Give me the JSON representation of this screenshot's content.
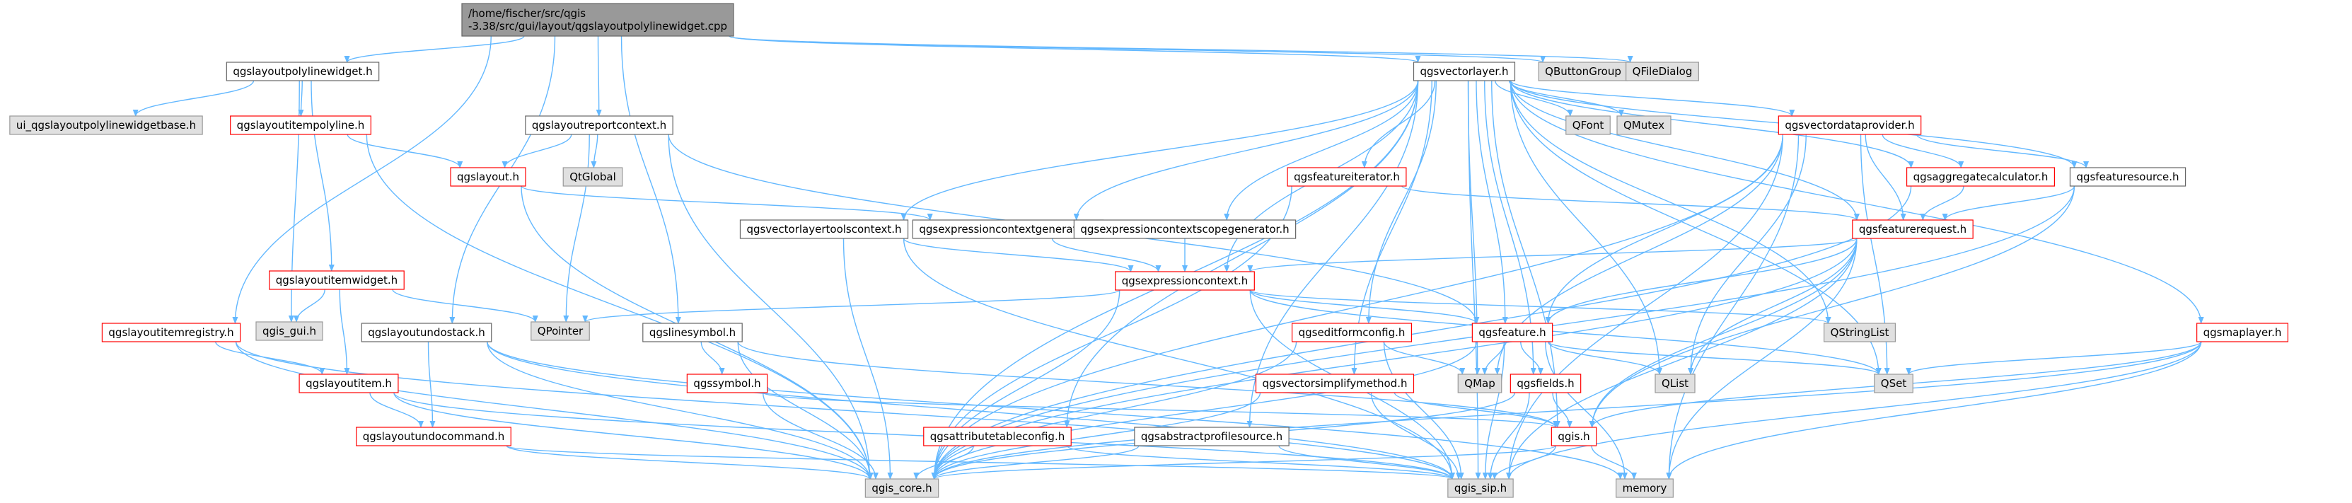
{
  "colors": {
    "edge": "#63b8ff",
    "root_fill": "#999999",
    "doc_border": "#666666",
    "undocumented_border": "#ff0000",
    "external_fill": "#e0e0e0",
    "external_border": "#999999",
    "background": "#ffffff"
  },
  "graph": {
    "nodes": [
      {
        "id": "root",
        "label": "/home/fischer/src/qgis\n-3.38/src/gui/layout/qgslayoutpolylinewidget.cpp",
        "kind": "root"
      },
      {
        "id": "qgslayoutpolylinewidget_h",
        "label": "qgslayoutpolylinewidget.h",
        "kind": "doc"
      },
      {
        "id": "ui_base",
        "label": "ui_qgslayoutpolylinewidgetbase.h",
        "kind": "ext"
      },
      {
        "id": "qgslayoutitempolyline_h",
        "label": "qgslayoutitempolyline.h",
        "kind": "red"
      },
      {
        "id": "qgslayoutitemwidget_h",
        "label": "qgslayoutitemwidget.h",
        "kind": "red"
      },
      {
        "id": "qgis_gui_h",
        "label": "qgis_gui.h",
        "kind": "ext"
      },
      {
        "id": "qgslayoutitemregistry_h",
        "label": "qgslayoutitemregistry.h",
        "kind": "red"
      },
      {
        "id": "qgslayoutundostack_h",
        "label": "qgslayoutundostack.h",
        "kind": "doc"
      },
      {
        "id": "qgslayoutitem_h",
        "label": "qgslayoutitem.h",
        "kind": "red"
      },
      {
        "id": "qgslayoutundocommand_h",
        "label": "qgslayoutundocommand.h",
        "kind": "red"
      },
      {
        "id": "qgslayoutreportcontext_h",
        "label": "qgslayoutreportcontext.h",
        "kind": "doc"
      },
      {
        "id": "qgslayout_h",
        "label": "qgslayout.h",
        "kind": "red"
      },
      {
        "id": "qtglobal",
        "label": "QtGlobal",
        "kind": "ext"
      },
      {
        "id": "qpointer",
        "label": "QPointer",
        "kind": "ext"
      },
      {
        "id": "qgslinesymbol_h",
        "label": "qgslinesymbol.h",
        "kind": "doc"
      },
      {
        "id": "qgssymbol_h",
        "label": "qgssymbol.h",
        "kind": "red"
      },
      {
        "id": "qgsvectorlayer_h",
        "label": "qgsvectorlayer.h",
        "kind": "doc"
      },
      {
        "id": "qbuttongroup",
        "label": "QButtonGroup",
        "kind": "ext"
      },
      {
        "id": "qfiledialog",
        "label": "QFileDialog",
        "kind": "ext"
      },
      {
        "id": "qfont",
        "label": "QFont",
        "kind": "ext"
      },
      {
        "id": "qmutex",
        "label": "QMutex",
        "kind": "ext"
      },
      {
        "id": "qgsvectordataprovider_h",
        "label": "qgsvectordataprovider.h",
        "kind": "red"
      },
      {
        "id": "qgsfeatureiterator_h",
        "label": "qgsfeatureiterator.h",
        "kind": "red"
      },
      {
        "id": "qgsaggregatecalculator_h",
        "label": "qgsaggregatecalculator.h",
        "kind": "red"
      },
      {
        "id": "qgsfeaturesource_h",
        "label": "qgsfeaturesource.h",
        "kind": "doc"
      },
      {
        "id": "qgsfeaturerequest_h",
        "label": "qgsfeaturerequest.h",
        "kind": "red"
      },
      {
        "id": "qgsvectorlayertoolscontext_h",
        "label": "qgsvectorlayertoolscontext.h",
        "kind": "doc"
      },
      {
        "id": "qgsexpressioncontextgenerator_h",
        "label": "qgsexpressioncontextgenerator.h",
        "kind": "doc"
      },
      {
        "id": "qgsexpressioncontextscopegenerator_h",
        "label": "qgsexpressioncontextscopegenerator.h",
        "kind": "doc"
      },
      {
        "id": "qgsexpressioncontext_h",
        "label": "qgsexpressioncontext.h",
        "kind": "red"
      },
      {
        "id": "qgseditformconfig_h",
        "label": "qgseditformconfig.h",
        "kind": "red"
      },
      {
        "id": "qgsfeature_h",
        "label": "qgsfeature.h",
        "kind": "red"
      },
      {
        "id": "qgsvectorsimplifymethod_h",
        "label": "qgsvectorsimplifymethod.h",
        "kind": "red"
      },
      {
        "id": "qgsfields_h",
        "label": "qgsfields.h",
        "kind": "red"
      },
      {
        "id": "qgsattributetableconfig_h",
        "label": "qgsattributetableconfig.h",
        "kind": "red"
      },
      {
        "id": "qgsabstractprofilesource_h",
        "label": "qgsabstractprofilesource.h",
        "kind": "doc"
      },
      {
        "id": "qgis_h",
        "label": "qgis.h",
        "kind": "red"
      },
      {
        "id": "qgsmaplayer_h",
        "label": "qgsmaplayer.h",
        "kind": "red"
      },
      {
        "id": "qstringlist",
        "label": "QStringList",
        "kind": "ext"
      },
      {
        "id": "qmap",
        "label": "QMap",
        "kind": "ext"
      },
      {
        "id": "qlist",
        "label": "QList",
        "kind": "ext"
      },
      {
        "id": "qset",
        "label": "QSet",
        "kind": "ext"
      },
      {
        "id": "qgis_core_h",
        "label": "qgis_core.h",
        "kind": "ext"
      },
      {
        "id": "qgis_sip_h",
        "label": "qgis_sip.h",
        "kind": "ext"
      },
      {
        "id": "memory",
        "label": "memory",
        "kind": "ext"
      }
    ],
    "edges": [
      [
        "root",
        "qgslayoutpolylinewidget_h"
      ],
      [
        "root",
        "qgslayoutitemregistry_h"
      ],
      [
        "root",
        "qgslayoutundostack_h"
      ],
      [
        "root",
        "qgslayoutreportcontext_h"
      ],
      [
        "root",
        "qgslinesymbol_h"
      ],
      [
        "root",
        "qgsvectorlayer_h"
      ],
      [
        "root",
        "qbuttongroup"
      ],
      [
        "root",
        "qfiledialog"
      ],
      [
        "qgslayoutpolylinewidget_h",
        "ui_base"
      ],
      [
        "qgslayoutpolylinewidget_h",
        "qgslayoutitempolyline_h"
      ],
      [
        "qgslayoutpolylinewidget_h",
        "qgslayoutitemwidget_h"
      ],
      [
        "qgslayoutpolylinewidget_h",
        "qgis_gui_h"
      ],
      [
        "qgslayoutitempolyline_h",
        "qgslayout_h"
      ],
      [
        "qgslayoutitempolyline_h",
        "qgis_core_h"
      ],
      [
        "qgslayoutitemwidget_h",
        "qgis_gui_h"
      ],
      [
        "qgslayoutitemwidget_h",
        "qgslayoutitem_h"
      ],
      [
        "qgslayoutitemwidget_h",
        "qpointer"
      ],
      [
        "qgslayoutitemregistry_h",
        "qgslayoutitem_h"
      ],
      [
        "qgslayoutitemregistry_h",
        "qgis_core_h"
      ],
      [
        "qgslayoutitemregistry_h",
        "qgis_sip_h"
      ],
      [
        "qgslayoutundostack_h",
        "qgslayoutundocommand_h"
      ],
      [
        "qgslayoutundostack_h",
        "qgis_core_h"
      ],
      [
        "qgslayoutundostack_h",
        "memory"
      ],
      [
        "qgslayoutundostack_h",
        "qgis_sip_h"
      ],
      [
        "qgslayoutitem_h",
        "qgslayoutundocommand_h"
      ],
      [
        "qgslayoutitem_h",
        "qgis_core_h"
      ],
      [
        "qgslayoutitem_h",
        "qgis_sip_h"
      ],
      [
        "qgslayoutundocommand_h",
        "qgis_core_h"
      ],
      [
        "qgslayoutundocommand_h",
        "qgis_sip_h"
      ],
      [
        "qgslayoutreportcontext_h",
        "qgslayout_h"
      ],
      [
        "qgslayoutreportcontext_h",
        "qtglobal"
      ],
      [
        "qgslayoutreportcontext_h",
        "qpointer"
      ],
      [
        "qgslayoutreportcontext_h",
        "qgsfeature_h"
      ],
      [
        "qgslayoutreportcontext_h",
        "qgis_core_h"
      ],
      [
        "qgslayout_h",
        "qgsexpressioncontextgenerator_h"
      ],
      [
        "qgslayout_h",
        "qgis_core_h"
      ],
      [
        "qgslinesymbol_h",
        "qgssymbol_h"
      ],
      [
        "qgslinesymbol_h",
        "qgis_core_h"
      ],
      [
        "qgslinesymbol_h",
        "qgis_h"
      ],
      [
        "qgssymbol_h",
        "qgis_core_h"
      ],
      [
        "qgssymbol_h",
        "qgis_h"
      ],
      [
        "qgsvectorlayer_h",
        "qfont"
      ],
      [
        "qgsvectorlayer_h",
        "qmutex"
      ],
      [
        "qgsvectorlayer_h",
        "qgsvectordataprovider_h"
      ],
      [
        "qgsvectorlayer_h",
        "qgsfeatureiterator_h"
      ],
      [
        "qgsvectorlayer_h",
        "qgsaggregatecalculator_h"
      ],
      [
        "qgsvectorlayer_h",
        "qgsfeaturesource_h"
      ],
      [
        "qgsvectorlayer_h",
        "qgsfeaturerequest_h"
      ],
      [
        "qgsvectorlayer_h",
        "qgsvectorlayertoolscontext_h"
      ],
      [
        "qgsvectorlayer_h",
        "qgsexpressioncontextgenerator_h"
      ],
      [
        "qgsvectorlayer_h",
        "qgsexpressioncontextscopegenerator_h"
      ],
      [
        "qgsvectorlayer_h",
        "qgsexpressioncontext_h"
      ],
      [
        "qgsvectorlayer_h",
        "qgseditformconfig_h"
      ],
      [
        "qgsvectorlayer_h",
        "qgsfeature_h"
      ],
      [
        "qgsvectorlayer_h",
        "qgsvectorsimplifymethod_h"
      ],
      [
        "qgsvectorlayer_h",
        "qgsfields_h"
      ],
      [
        "qgsvectorlayer_h",
        "qgsattributetableconfig_h"
      ],
      [
        "qgsvectorlayer_h",
        "qgsabstractprofilesource_h"
      ],
      [
        "qgsvectorlayer_h",
        "qgsmaplayer_h"
      ],
      [
        "qgsvectorlayer_h",
        "qstringlist"
      ],
      [
        "qgsvectorlayer_h",
        "qmap"
      ],
      [
        "qgsvectorlayer_h",
        "qlist"
      ],
      [
        "qgsvectorlayer_h",
        "qset"
      ],
      [
        "qgsvectorlayer_h",
        "qgis_core_h"
      ],
      [
        "qgsvectorlayer_h",
        "qgis_sip_h"
      ],
      [
        "qgsvectorlayer_h",
        "qgis_h"
      ],
      [
        "qgsvectordataprovider_h",
        "qgsaggregatecalculator_h"
      ],
      [
        "qgsvectordataprovider_h",
        "qgsfeaturesource_h"
      ],
      [
        "qgsvectordataprovider_h",
        "qgsfeaturerequest_h"
      ],
      [
        "qgsvectordataprovider_h",
        "qgsfeature_h"
      ],
      [
        "qgsvectordataprovider_h",
        "qmap"
      ],
      [
        "qgsvectordataprovider_h",
        "qlist"
      ],
      [
        "qgsvectordataprovider_h",
        "qset"
      ],
      [
        "qgsvectordataprovider_h",
        "qgis_core_h"
      ],
      [
        "qgsvectordataprovider_h",
        "qgis_sip_h"
      ],
      [
        "qgsvectordataprovider_h",
        "memory"
      ],
      [
        "qgsfeatureiterator_h",
        "qgsfeaturerequest_h"
      ],
      [
        "qgsfeatureiterator_h",
        "qgis_core_h"
      ],
      [
        "qgsaggregatecalculator_h",
        "qgsfeaturerequest_h"
      ],
      [
        "qgsaggregatecalculator_h",
        "qgis_core_h"
      ],
      [
        "qgsfeaturesource_h",
        "qgsfeaturerequest_h"
      ],
      [
        "qgsfeaturesource_h",
        "qgis_core_h"
      ],
      [
        "qgsfeaturesource_h",
        "qgis_h"
      ],
      [
        "qgsfeaturerequest_h",
        "qgsexpressioncontext_h"
      ],
      [
        "qgsfeaturerequest_h",
        "qgsfeature_h"
      ],
      [
        "qgsfeaturerequest_h",
        "qgis_core_h"
      ],
      [
        "qgsfeaturerequest_h",
        "qgis_sip_h"
      ],
      [
        "qgsfeaturerequest_h",
        "qlist"
      ],
      [
        "qgsfeaturerequest_h",
        "qgis_h"
      ],
      [
        "qgsfeaturerequest_h",
        "memory"
      ],
      [
        "qgsvectorlayertoolscontext_h",
        "qgsexpressioncontext_h"
      ],
      [
        "qgsvectorlayertoolscontext_h",
        "qgis_core_h"
      ],
      [
        "qgsvectorlayertoolscontext_h",
        "qgis_sip_h"
      ],
      [
        "qgsexpressioncontextgenerator_h",
        "qgsexpressioncontext_h"
      ],
      [
        "qgsexpressioncontextscopegenerator_h",
        "qgsexpressioncontext_h"
      ],
      [
        "qgsexpressioncontext_h",
        "qgsfeature_h"
      ],
      [
        "qgsexpressioncontext_h",
        "qpointer"
      ],
      [
        "qgsexpressioncontext_h",
        "qstringlist"
      ],
      [
        "qgsexpressioncontext_h",
        "qset"
      ],
      [
        "qgsexpressioncontext_h",
        "qgis_core_h"
      ],
      [
        "qgsexpressioncontext_h",
        "qgis_sip_h"
      ],
      [
        "qgseditformconfig_h",
        "qmap"
      ],
      [
        "qgseditformconfig_h",
        "qgis_core_h"
      ],
      [
        "qgseditformconfig_h",
        "qgis_sip_h"
      ],
      [
        "qgsfeature_h",
        "qmap"
      ],
      [
        "qgsfeature_h",
        "qlist"
      ],
      [
        "qgsfeature_h",
        "qset"
      ],
      [
        "qgsfeature_h",
        "qgsfields_h"
      ],
      [
        "qgsfeature_h",
        "qgis_core_h"
      ],
      [
        "qgsfeature_h",
        "qgis_sip_h"
      ],
      [
        "qgsfeature_h",
        "memory"
      ],
      [
        "qgsvectorsimplifymethod_h",
        "qgis_core_h"
      ],
      [
        "qgsvectorsimplifymethod_h",
        "qgis_sip_h"
      ],
      [
        "qgsvectorsimplifymethod_h",
        "qgis_h"
      ],
      [
        "qgsfields_h",
        "qgis_core_h"
      ],
      [
        "qgsfields_h",
        "qgis_sip_h"
      ],
      [
        "qgsfields_h",
        "qgis_h"
      ],
      [
        "qgsattributetableconfig_h",
        "qgis_core_h"
      ],
      [
        "qgsattributetableconfig_h",
        "qgis_sip_h"
      ],
      [
        "qgsabstractprofilesource_h",
        "qgis_core_h"
      ],
      [
        "qgsabstractprofilesource_h",
        "qgis_sip_h"
      ],
      [
        "qgsmaplayer_h",
        "qset"
      ],
      [
        "qgsmaplayer_h",
        "qgis_core_h"
      ],
      [
        "qgsmaplayer_h",
        "qgis_sip_h"
      ],
      [
        "qgsmaplayer_h",
        "memory"
      ],
      [
        "qgsmaplayer_h",
        "qgis_h"
      ],
      [
        "qgis_h",
        "qgis_core_h"
      ],
      [
        "qgis_h",
        "qgis_sip_h"
      ],
      [
        "qgis_h",
        "memory"
      ]
    ]
  }
}
